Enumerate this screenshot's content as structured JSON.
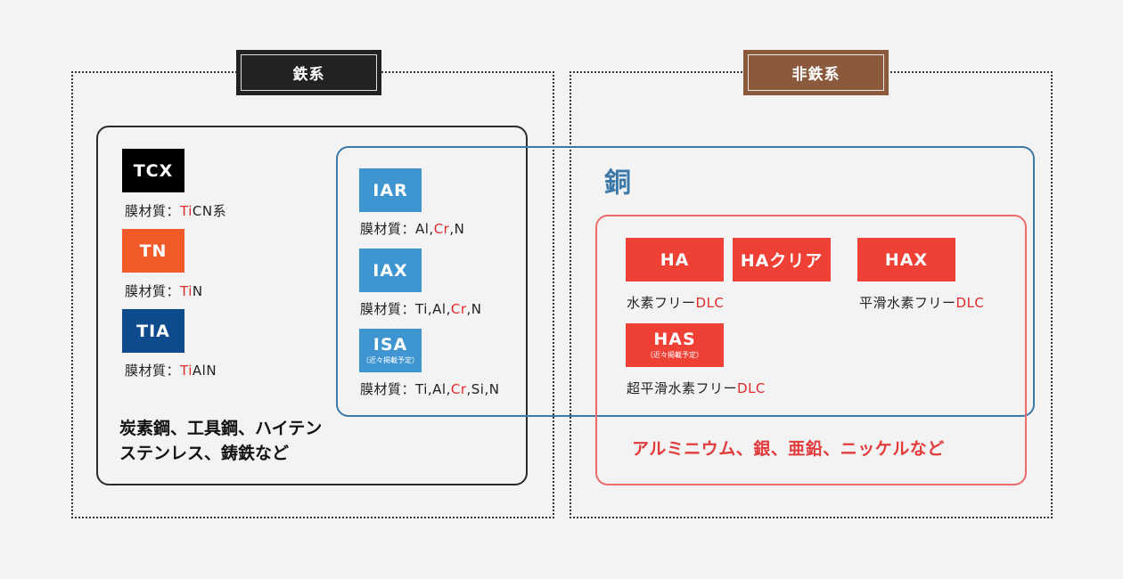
{
  "ferrous": {
    "title": "鉄系",
    "title_color": "#222222",
    "description_line1": "炭素鋼、工具鋼、ハイテン",
    "description_line2": "ステンレス、鋳鉄など",
    "coatings": [
      {
        "name": "TCX",
        "color": "#000000",
        "film_prefix": "膜材質：",
        "film_red": "Ti",
        "film_rest": "CN系"
      },
      {
        "name": "TN",
        "color": "#f05a28",
        "film_prefix": "膜材質：",
        "film_red": "Ti",
        "film_rest": "N"
      },
      {
        "name": "TIA",
        "color": "#0d4b8c",
        "film_prefix": "膜材質：",
        "film_red": "Ti",
        "film_rest": "AlN"
      }
    ]
  },
  "shared": {
    "coatings": [
      {
        "name": "IAR",
        "color": "#3e95d0",
        "film_prefix": "膜材質：Al,",
        "film_red": "Cr",
        "film_rest": ",N"
      },
      {
        "name": "IAX",
        "color": "#3e95d0",
        "film_prefix": "膜材質：Ti,Al,",
        "film_red": "Cr",
        "film_rest": ",N"
      },
      {
        "name": "ISA",
        "sub": "（近々掲載予定）",
        "color": "#3e95d0",
        "film_prefix": "膜材質：Ti,Al,",
        "film_red": "Cr",
        "film_rest": ",Si,N"
      }
    ]
  },
  "copper": {
    "label": "銅",
    "color": "#3c79a8"
  },
  "nonferrous": {
    "title": "非鉄系",
    "title_color": "#8b5a3c",
    "description": "アルミニウム、銀、亜鉛、ニッケルなど",
    "coatings": [
      {
        "name": "HA",
        "color": "#ee4035"
      },
      {
        "name": "HAクリア",
        "color": "#ee4035"
      },
      {
        "name": "HAX",
        "color": "#ee4035"
      },
      {
        "name": "HAS",
        "sub": "（近々掲載予定）",
        "color": "#ee4035"
      }
    ],
    "captions": [
      {
        "prefix": "水素フリー",
        "dlc": "DLC"
      },
      {
        "prefix": "平滑水素フリー",
        "dlc": "DLC"
      },
      {
        "prefix": "超平滑水素フリー",
        "dlc": "DLC"
      }
    ]
  }
}
